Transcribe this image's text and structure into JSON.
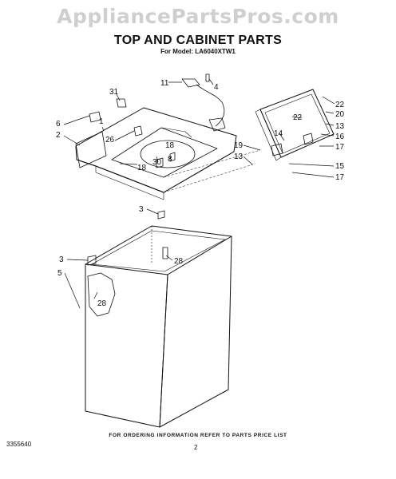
{
  "watermark": "AppliancePartsPros.com",
  "title": "TOP AND CABINET PARTS",
  "model_line": "For Model: LA6040XTW1",
  "footer_note": "FOR ORDERING INFORMATION REFER TO PARTS PRICE LIST",
  "document_number": "3355640",
  "page_number": "2",
  "callouts": {
    "c31": "31",
    "c6": "6",
    "c1": "1",
    "c2": "2",
    "c26": "26",
    "c30": "30",
    "c8": "8",
    "c18a": "18",
    "c18b": "18",
    "c11": "11",
    "c4": "4",
    "c22a": "22",
    "c22b": "22",
    "c20": "20",
    "c13a": "13",
    "c14": "14",
    "c16": "16",
    "c17a": "17",
    "c19": "19",
    "c13b": "13",
    "c15": "15",
    "c17b": "17",
    "c3a": "3",
    "c3b": "3",
    "c28a": "28",
    "c5": "5",
    "c28b": "28"
  }
}
